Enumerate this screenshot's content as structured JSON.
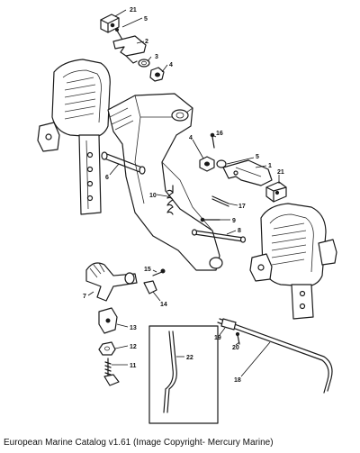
{
  "caption": "European Marine Catalog v1.61 (Image Copyright- Mercury Marine)",
  "callouts": {
    "c21_top": "21",
    "c5_top": "5",
    "c2": "2",
    "c3": "3",
    "c4_top": "4",
    "c4_mid": "4",
    "c16": "16",
    "c5_mid": "5",
    "c1": "1",
    "c21_mid": "21",
    "c6": "6",
    "c10": "10",
    "c17": "17",
    "c9": "9",
    "c8": "8",
    "c7": "7",
    "c15": "15",
    "c14": "14",
    "c13": "13",
    "c12": "12",
    "c11": "11",
    "c22": "22",
    "c19": "19",
    "c20": "20",
    "c18": "18"
  }
}
